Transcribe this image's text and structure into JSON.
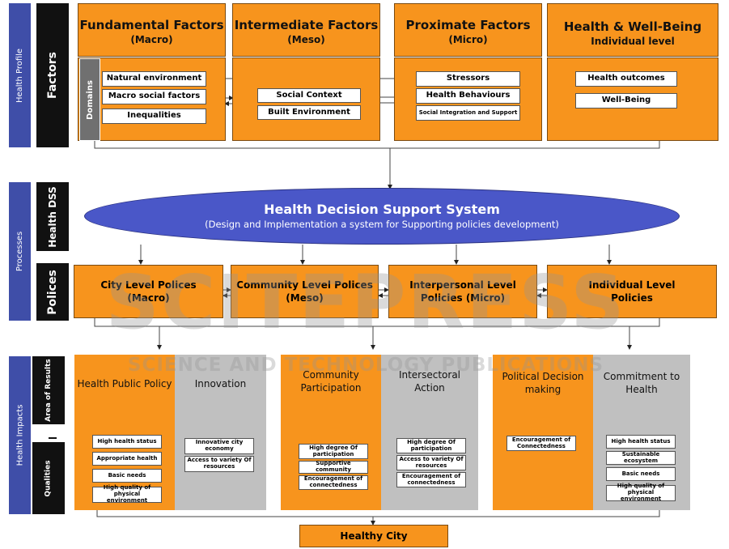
{
  "side": {
    "health_profile": "Health Profile",
    "processes": "Processes",
    "health_impacts": "Health Impacts"
  },
  "bars": {
    "factors": "Factors",
    "health_dss": "Health DSS",
    "polices": "Polices",
    "area_of_results": "Area of Results",
    "qualities": "Qualities"
  },
  "factors": {
    "fundamental": {
      "title": "Fundamental Factors",
      "sub": "(Macro)"
    },
    "intermediate": {
      "title": "Intermediate Factors",
      "sub": "(Meso)"
    },
    "proximate": {
      "title": "Proximate Factors",
      "sub": "(Micro)"
    },
    "health": {
      "title": "Health & Well-Being",
      "sub": "Individual level"
    },
    "domains": "Domains",
    "natural_environment": "Natural environment",
    "macro_social_factors": "Macro social factors",
    "inequalities": "Inequalities",
    "social_context": "Social Context",
    "built_environment": "Built Environment",
    "stressors": "Stressors",
    "health_behaviours": "Health Behaviours",
    "social_integration": "Social Integration and Support",
    "health_outcomes": "Health outcomes",
    "well_being": "Well-Being"
  },
  "dss": {
    "title": "Health Decision Support System",
    "subtitle": "(Design and Implementation a system for Supporting policies development)"
  },
  "policies": {
    "city": {
      "line1": "City Level Polices",
      "line2": "(Macro)"
    },
    "community": {
      "line1": "Community Level Polices",
      "line2": "(Meso)"
    },
    "interpersonal": {
      "line1": "Interpersonal Level",
      "line2": "Policies (Micro)"
    },
    "individual": {
      "line1": "Individual Level",
      "line2": "Policies"
    }
  },
  "areas": {
    "health_public_policy": "Health Public Policy",
    "innovation": "Innovation",
    "community_participation": {
      "line1": "Community",
      "line2": "Participation"
    },
    "intersectoral_action": {
      "line1": "Intersectoral",
      "line2": "Action"
    },
    "political_decision": {
      "line1": "Political Decision",
      "line2": "making"
    },
    "commitment": {
      "line1": "Commitment to",
      "line2": "Health"
    }
  },
  "qualities": {
    "hpp": [
      "High health status",
      "Appropriate health",
      "Basic needs",
      "High quality of physical environment"
    ],
    "innovation": [
      "Innovative city economy",
      "Access to variety Of resources"
    ],
    "community": [
      "High degree Of participation",
      "Supportive community",
      "Encouragement of connectedness"
    ],
    "intersectoral": [
      "High degree Of participation",
      "Access to variety Of resources",
      "Encouragement of connectedness"
    ],
    "political": [
      "Encouragement of Connectedness"
    ],
    "commitment": [
      "High health status",
      "Sustainable ecosystem",
      "Basic needs",
      "High quality of physical environment"
    ]
  },
  "healthy_city": "Healthy City",
  "watermark": {
    "main": "SCITEPRESS",
    "sub": "SCIENCE AND TECHNOLOGY PUBLICATIONS"
  },
  "colors": {
    "orange": "#f7941d",
    "blue": "#3f4ea8",
    "ellipse": "#4a57c8",
    "gray": "#c0c0c0"
  }
}
